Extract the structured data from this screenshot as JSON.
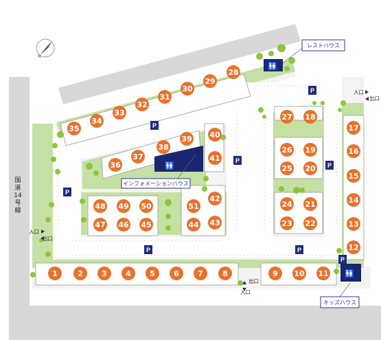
{
  "road_label": [
    "国",
    "道",
    "14",
    "号",
    "線"
  ],
  "facility_labels": {
    "rest_house": "レストハウス",
    "information_house": "インフォメーションハウス",
    "kids_house": "キッズハウス"
  },
  "gates": {
    "entrance": "入口",
    "exit": "出口"
  },
  "parking_symbol": "P",
  "north_marker": "N",
  "colors": {
    "stall": "#e8722c",
    "green_area": "#c5e0a3",
    "road_gray": "#d8d8d8",
    "parking_sign": "#1f2e7a",
    "label_border": "#2a3b8f",
    "facility_navy": "#1a2670"
  },
  "stall_numbers": [
    "1",
    "2",
    "3",
    "4",
    "5",
    "6",
    "7",
    "8",
    "9",
    "10",
    "11",
    "12",
    "13",
    "14",
    "15",
    "16",
    "17",
    "18",
    "19",
    "20",
    "21",
    "22",
    "23",
    "24",
    "25",
    "26",
    "27",
    "28",
    "29",
    "30",
    "31",
    "32",
    "33",
    "34",
    "35",
    "36",
    "37",
    "38",
    "39",
    "40",
    "41",
    "42",
    "43",
    "44",
    "45",
    "46",
    "47",
    "48",
    "49",
    "50",
    "51"
  ]
}
